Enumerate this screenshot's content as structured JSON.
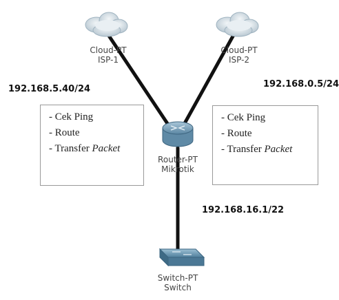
{
  "devices": {
    "cloud_isp1": {
      "type": "Cloud-PT",
      "name": "ISP-1"
    },
    "cloud_isp2": {
      "type": "Cloud-PT",
      "name": "ISP-2"
    },
    "router": {
      "type": "Router-PT",
      "name": "Mikrotik"
    },
    "switch": {
      "type": "Switch-PT",
      "name": "Switch"
    }
  },
  "ip_labels": {
    "isp1": "192.168.5.40/24",
    "isp2": "192.168.0.5/24",
    "lan": "192.168.16.1/22"
  },
  "left_box": {
    "items": [
      {
        "prefix": "- Cek Ping",
        "emph": ""
      },
      {
        "prefix": "- Route",
        "emph": ""
      },
      {
        "prefix": "- Transfer ",
        "emph": "Packet"
      }
    ]
  },
  "right_box": {
    "items": [
      {
        "prefix": "- Cek Ping",
        "emph": ""
      },
      {
        "prefix": "- Route",
        "emph": ""
      },
      {
        "prefix": "- Transfer ",
        "emph": "Packet"
      }
    ]
  },
  "colors": {
    "link": "#111111",
    "cloud": "#c8d6e0",
    "router": "#7fa6bf",
    "switch": "#6f9bb5"
  }
}
